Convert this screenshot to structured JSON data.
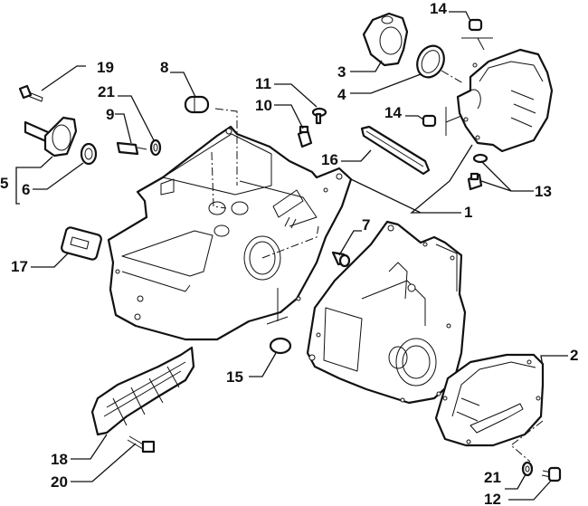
{
  "diagram": {
    "title": "Gearbox housing exploded parts view",
    "callouts": [
      {
        "id": "1",
        "text": "1",
        "part": "gearbox-housing"
      },
      {
        "id": "2",
        "text": "2",
        "part": "end-cover"
      },
      {
        "id": "3",
        "text": "3",
        "part": "bearing-support"
      },
      {
        "id": "4",
        "text": "4",
        "part": "o-ring-seal"
      },
      {
        "id": "5",
        "text": "5",
        "part": "clutch-release-guide"
      },
      {
        "id": "6",
        "text": "6",
        "part": "oil-seal"
      },
      {
        "id": "7",
        "text": "7",
        "part": "housing-bolt"
      },
      {
        "id": "8",
        "text": "8",
        "part": "dowel-bush"
      },
      {
        "id": "9",
        "text": "9",
        "part": "reverse-light-switch"
      },
      {
        "id": "10",
        "text": "10",
        "part": "breather-plug"
      },
      {
        "id": "11",
        "text": "11",
        "part": "rivet-pin"
      },
      {
        "id": "12",
        "text": "12",
        "part": "drain-plug"
      },
      {
        "id": "13",
        "text": "13",
        "part": "filler-plug-and-washer"
      },
      {
        "id": "14a",
        "text": "14",
        "part": "centering-bush-upper"
      },
      {
        "id": "14b",
        "text": "14",
        "part": "centering-bush-lower"
      },
      {
        "id": "15",
        "text": "15",
        "part": "expansion-plug"
      },
      {
        "id": "16",
        "text": "16",
        "part": "oil-guide-channel"
      },
      {
        "id": "17",
        "text": "17",
        "part": "magnet-pad"
      },
      {
        "id": "18",
        "text": "18",
        "part": "flywheel-guard"
      },
      {
        "id": "19",
        "text": "19",
        "part": "guide-bolt"
      },
      {
        "id": "20",
        "text": "20",
        "part": "guard-bolt"
      },
      {
        "id": "21a",
        "text": "21",
        "part": "sealing-washer-upper"
      },
      {
        "id": "21b",
        "text": "21",
        "part": "sealing-washer-lower"
      }
    ]
  }
}
